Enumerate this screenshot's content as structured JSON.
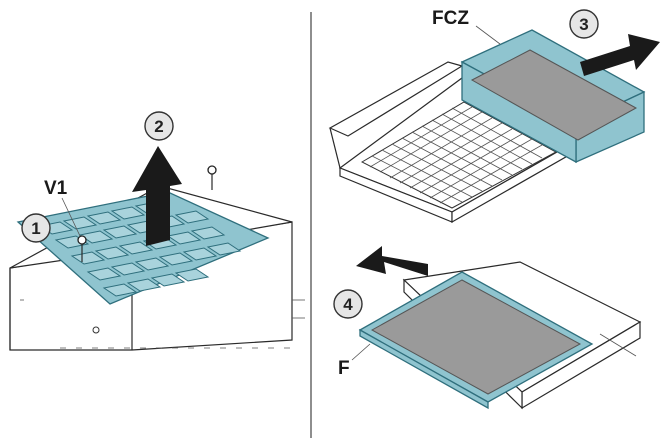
{
  "labels": {
    "v1": "V1",
    "fcz": "FCZ",
    "f": "F"
  },
  "steps": [
    "1",
    "2",
    "3",
    "4"
  ],
  "colors": {
    "filter_frame": "#8fc4cf",
    "filter_media": "#9a9a9a",
    "arrow": "#1a1a1a",
    "step_circle": "#e6e6e6"
  }
}
